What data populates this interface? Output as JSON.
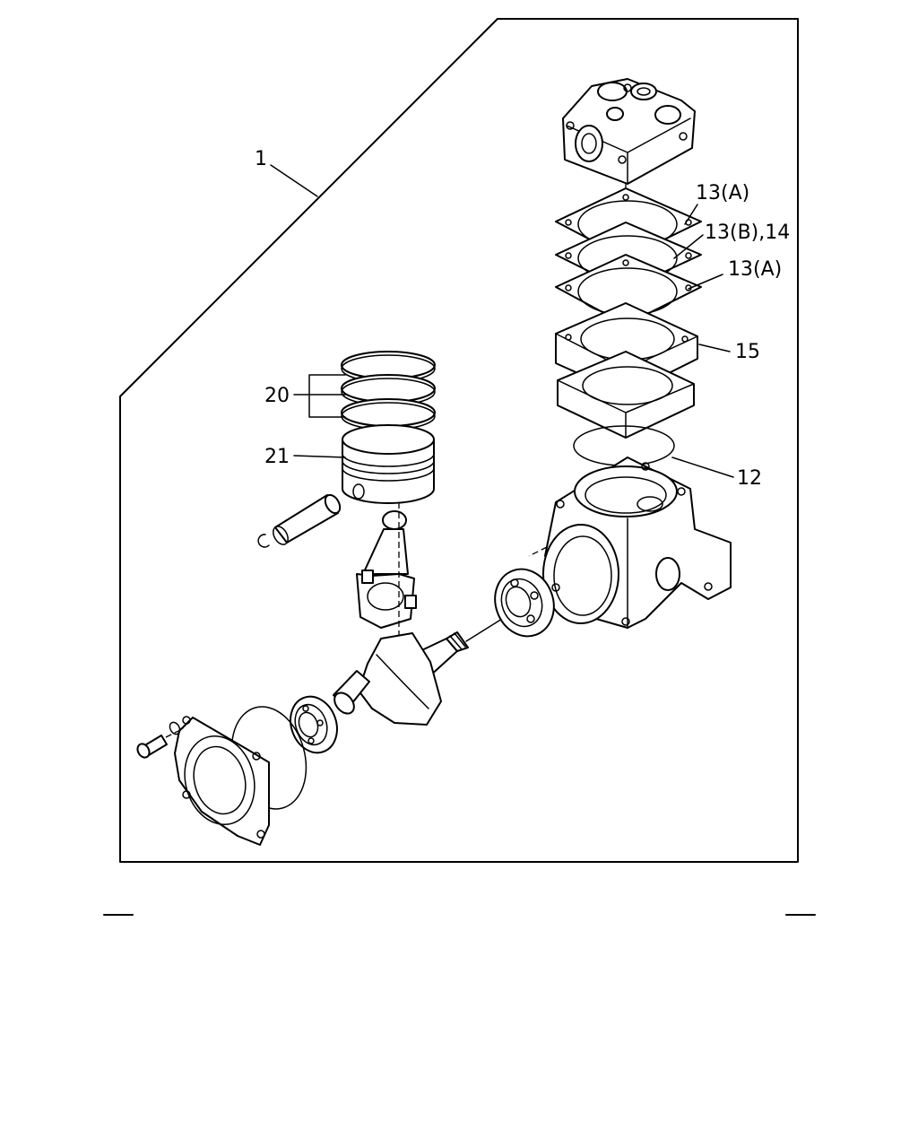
{
  "callouts": {
    "assembly": "1",
    "gasket_a_top": "13(A)",
    "gasket_b": "13(B),14",
    "gasket_a_bottom": "13(A)",
    "valve_plate": "15",
    "o_ring": "12",
    "piston_rings": "20",
    "piston": "21"
  }
}
